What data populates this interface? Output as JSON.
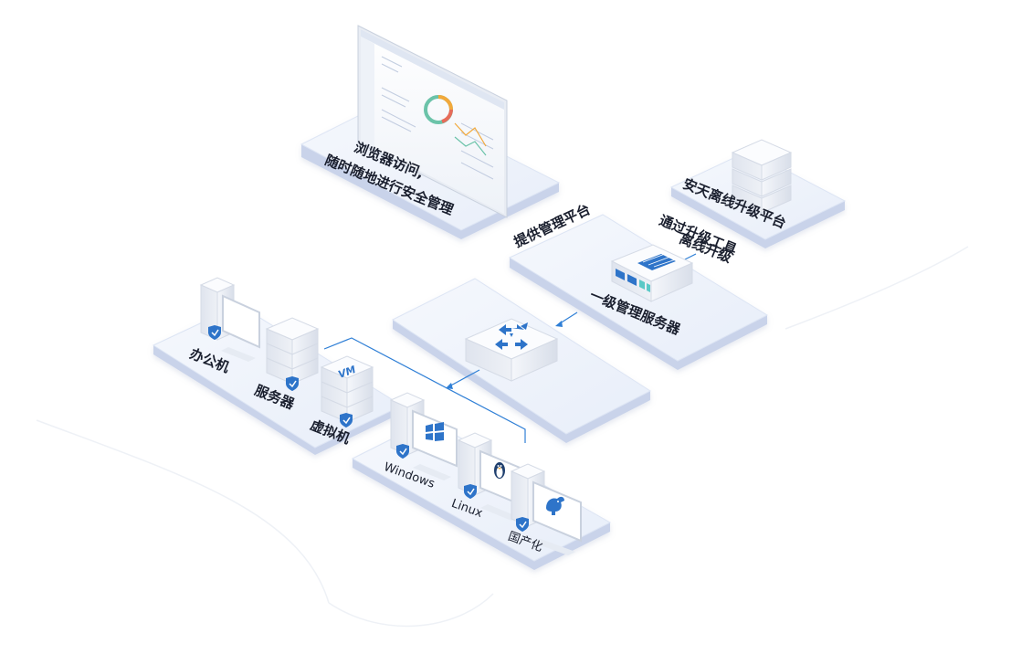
{
  "labels": {
    "browser_line1": "浏览器访问,",
    "browser_line2": "随时随地进行安全管理",
    "provide_platform": "提供管理平台",
    "offline_platform": "安天离线升级平台",
    "upgrade_tool_line1": "通过升级工具",
    "upgrade_tool_line2": "离线升级",
    "primary_server": "一级管理服务器",
    "office_pc": "办公机",
    "server": "服务器",
    "vm": "虚拟机",
    "vm_badge": "VM",
    "windows": "Windows",
    "linux": "Linux",
    "domestic": "国产化"
  },
  "colors": {
    "platform_top": "#eef3fb",
    "platform_edge": "#c9d3ea",
    "line": "#2f7fd6",
    "server_light": "#f3f5f9",
    "server_dark": "#cfd6e2",
    "accent_blue": "#2e74c9",
    "text": "#1a1f2e"
  },
  "icons": [
    "browser-screen-icon",
    "router-icon",
    "appliance-server-icon",
    "rack-server-icon",
    "desktop-pc-icon",
    "windows-logo-icon",
    "linux-penguin-icon",
    "domestic-os-icon",
    "shield-badge-icon"
  ]
}
